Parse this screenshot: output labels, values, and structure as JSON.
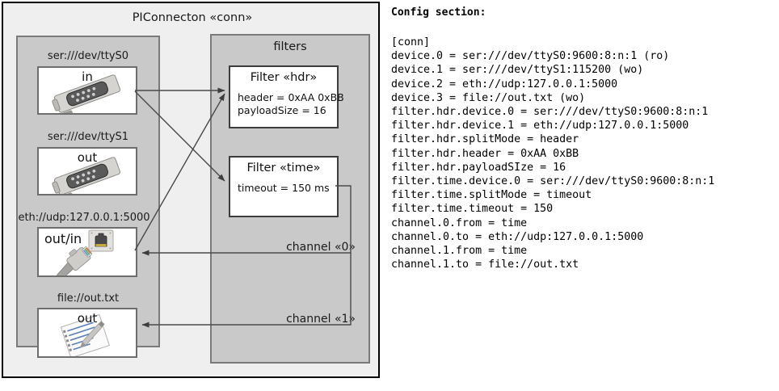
{
  "diagram": {
    "title": "PIConnecton «conn»",
    "devices_group": {
      "title": ""
    },
    "filters_group": {
      "title": "filters"
    },
    "devices": [
      {
        "label": "ser:///dev/ttyS0",
        "direction": "in",
        "icon": "serial-port-icon"
      },
      {
        "label": "ser:///dev/ttyS1",
        "direction": "out",
        "icon": "serial-port-icon"
      },
      {
        "label": "eth://udp:127.0.0.1:5000",
        "direction": "out/in",
        "icon": "ethernet-jack-icon"
      },
      {
        "label": "file://out.txt",
        "direction": "out",
        "icon": "text-document-icon"
      }
    ],
    "filters": [
      {
        "title": "Filter «hdr»",
        "props": "header = 0xAA 0xBB\npayloadSize = 16"
      },
      {
        "title": "Filter «time»",
        "props": "timeout = 150 ms"
      }
    ],
    "channels": [
      {
        "label": "channel «0»"
      },
      {
        "label": "channel «1»"
      }
    ],
    "colors": {
      "frame_border": "#000000",
      "frame_background": "#efefef",
      "group_background": "#c9c9c9",
      "group_border": "#7a7a7a",
      "box_background": "#ffffff",
      "wire": "#4a4a4a"
    }
  },
  "config": {
    "heading": "Config section:",
    "lines": "[conn]\ndevice.0 = ser:///dev/ttyS0:9600:8:n:1 (ro)\ndevice.1 = ser:///dev/ttyS1:115200 (wo)\ndevice.2 = eth://udp:127.0.0.1:5000\ndevice.3 = file://out.txt (wo)\nfilter.hdr.device.0 = ser:///dev/ttyS0:9600:8:n:1\nfilter.hdr.device.1 = eth://udp:127.0.0.1:5000\nfilter.hdr.splitMode = header\nfilter.hdr.header = 0xAA 0xBB\nfilter.hdr.payloadSIze = 16\nfilter.time.device.0 = ser:///dev/ttyS0:9600:8:n:1\nfilter.time.splitMode = timeout\nfilter.time.timeout = 150\nchannel.0.from = time\nchannel.0.to = eth://udp:127.0.0.1:5000\nchannel.1.from = time\nchannel.1.to = file://out.txt"
  }
}
